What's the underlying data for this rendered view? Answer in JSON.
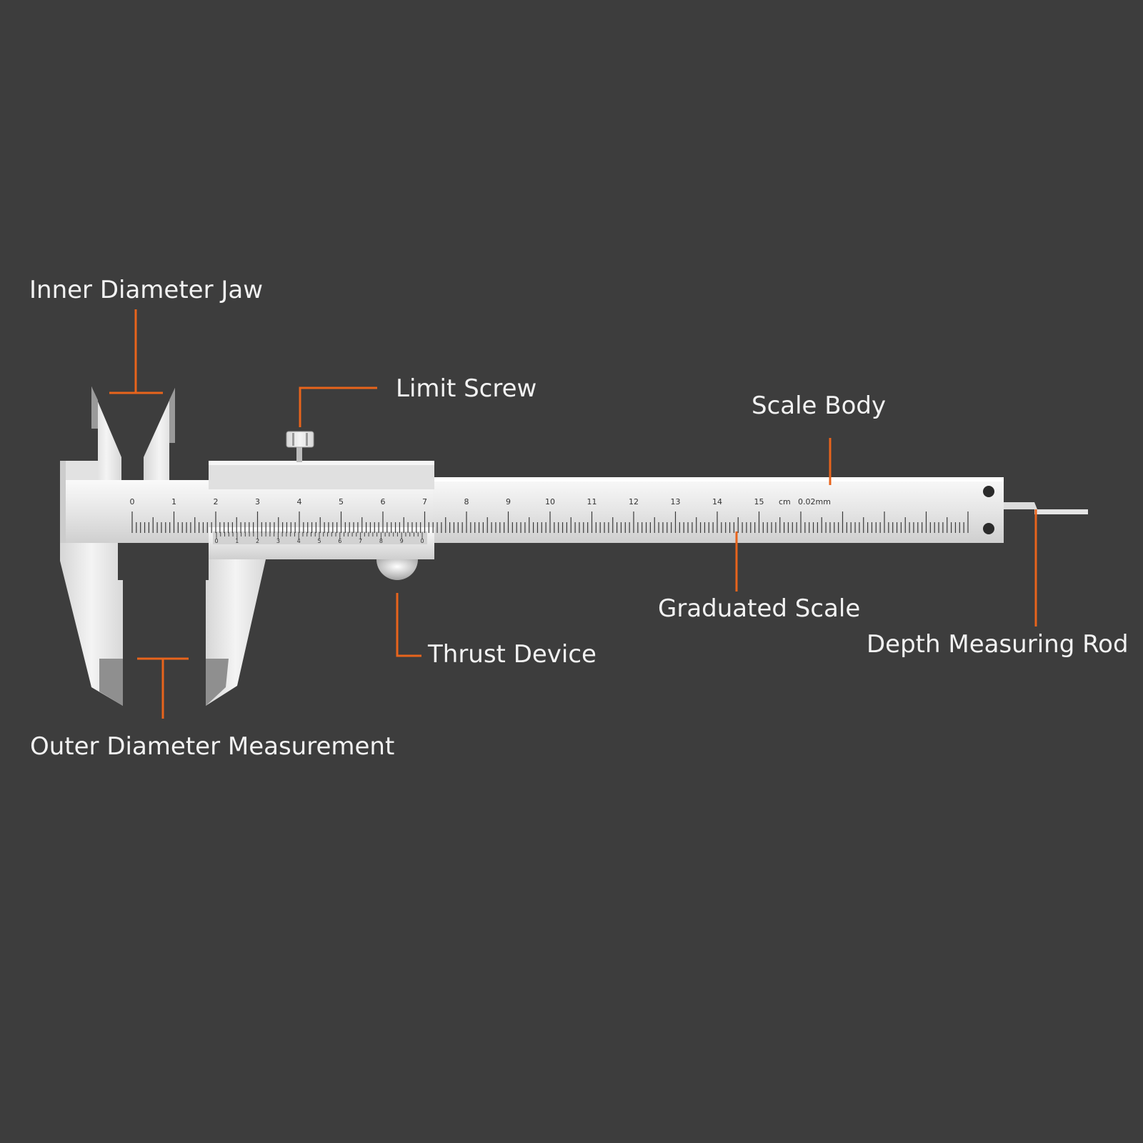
{
  "labels": {
    "inner_diameter_jaw": "Inner Diameter Jaw",
    "limit_screw": "Limit Screw",
    "scale_body": "Scale Body",
    "graduated_scale": "Graduated Scale",
    "thrust_device": "Thrust Device",
    "depth_measuring_rod": "Depth Measuring Rod",
    "outer_diameter_measurement": "Outer Diameter Measurement"
  },
  "main_scale": {
    "numbers": [
      "0",
      "1",
      "2",
      "3",
      "4",
      "5",
      "6",
      "7",
      "8",
      "9",
      "10",
      "11",
      "12",
      "13",
      "14",
      "15"
    ],
    "unit": "cm",
    "precision": "0.02mm"
  },
  "vernier_scale": {
    "numbers": [
      "0",
      "1",
      "2",
      "3",
      "4",
      "5",
      "6",
      "7",
      "8",
      "9",
      "0"
    ]
  },
  "colors": {
    "background": "#3d3d3d",
    "leader": "#e8641c",
    "label_text": "#f2f2f2",
    "steel": "#e9e9e9"
  }
}
